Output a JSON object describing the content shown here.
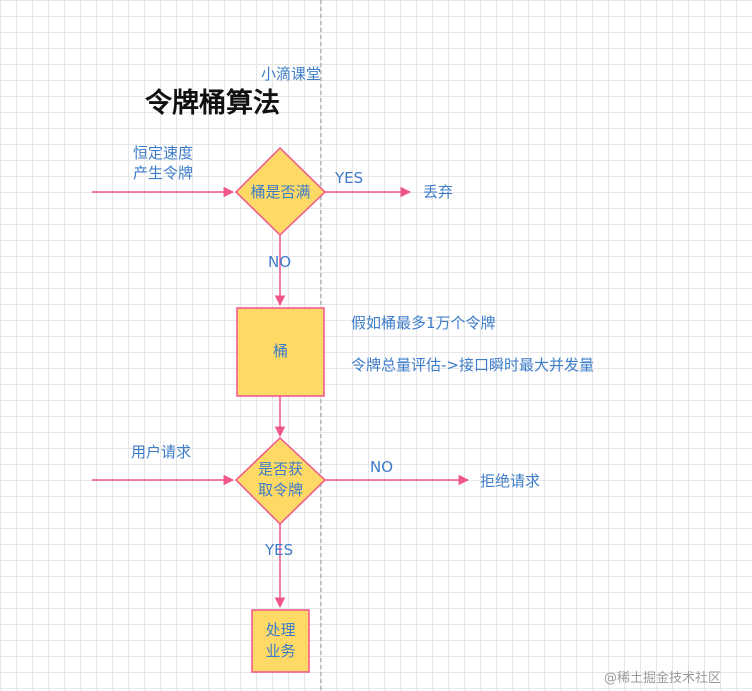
{
  "title": "令牌桶算法",
  "brand": "小滴课堂",
  "input_rate": "恒定速度\n产生令牌",
  "decision_full": "桶是否满",
  "yes_label_1": "YES",
  "discard": "丢弃",
  "no_label_1": "NO",
  "bucket": "桶",
  "note_capacity": "假如桶最多1万个令牌",
  "note_eval": "令牌总量评估->接口瞬时最大并发量",
  "user_request": "用户请求",
  "decision_token": "是否获\n取令牌",
  "no_label_2": "NO",
  "reject": "拒绝请求",
  "yes_label_2": "YES",
  "process": "处理\n业务",
  "watermark": "@稀土掘金技术社区",
  "colors": {
    "node_fill": "#ffd966",
    "node_stroke": "#f0548c",
    "arrow": "#f0548c",
    "text": "#3d7cc9",
    "divider": "#9a9a9a"
  }
}
